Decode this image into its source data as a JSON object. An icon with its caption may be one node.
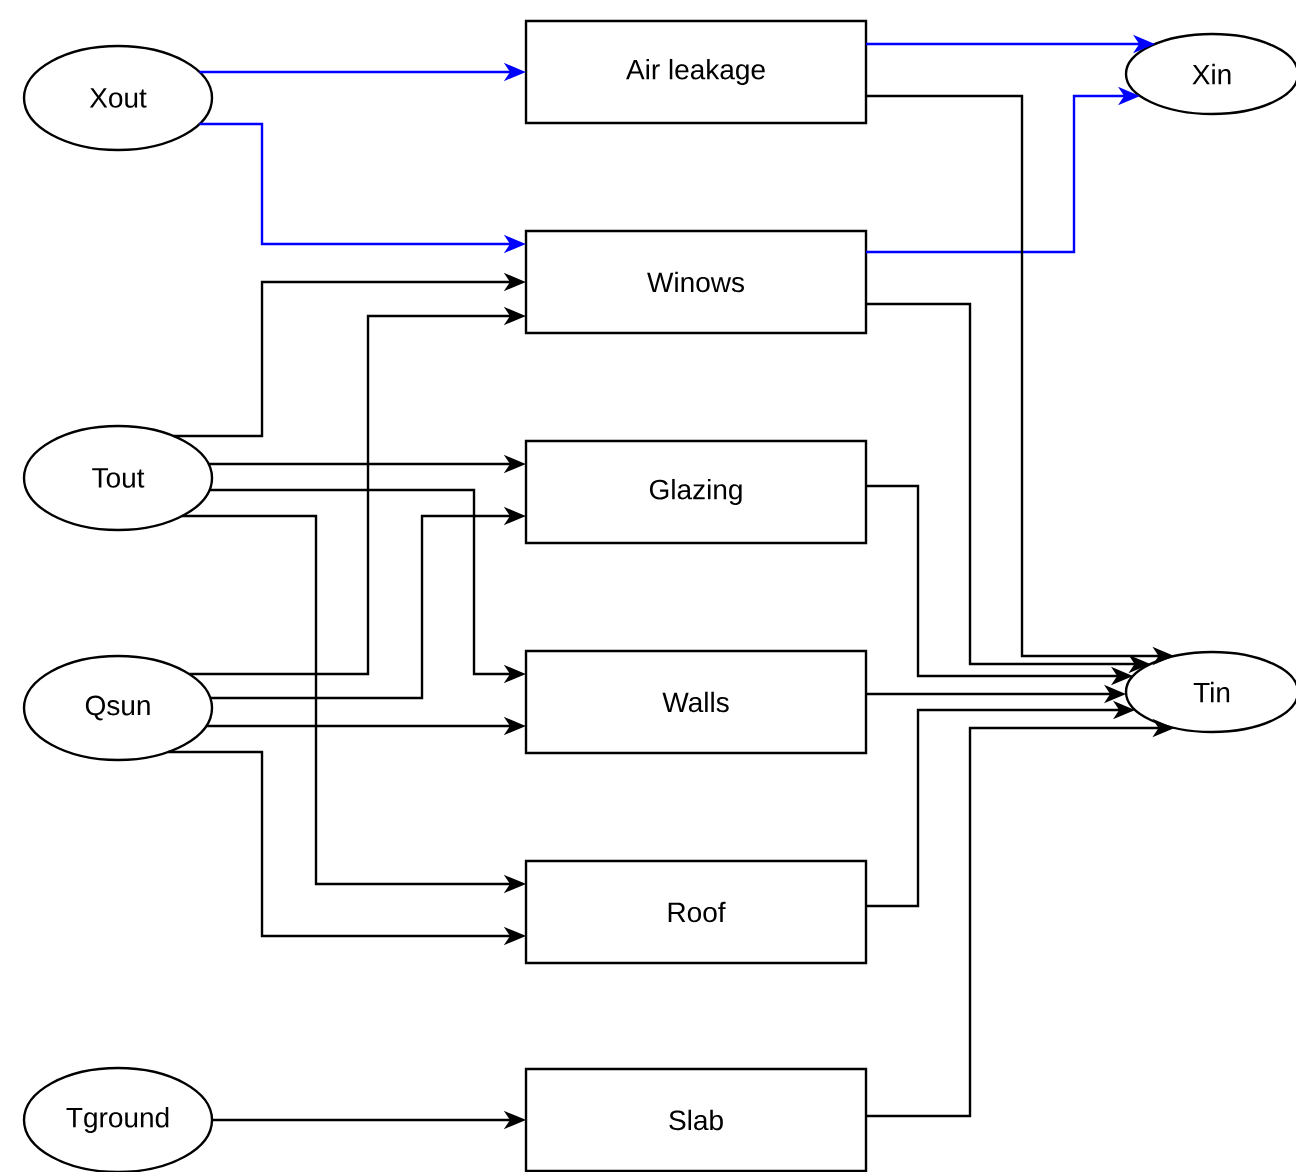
{
  "diagram": {
    "nodes": [
      {
        "text": [
          "Xout"
        ]
      },
      {
        "text": [
          "Air leakage"
        ]
      },
      {
        "text": [
          "Xin"
        ]
      },
      {
        "text": [
          "Winows"
        ]
      },
      {
        "text": [
          "Tout"
        ]
      },
      {
        "text": [
          "Glazing"
        ]
      },
      {
        "text": [
          "Qsun"
        ]
      },
      {
        "text": [
          "Walls"
        ]
      },
      {
        "text": [
          "Tin"
        ]
      },
      {
        "text": [
          "Roof"
        ]
      },
      {
        "text": [
          "Tground"
        ]
      },
      {
        "text": [
          "Slab"
        ]
      }
    ],
    "edges": [
      {
        "from": 0,
        "to": 1,
        "arrow": "to",
        "color": "#0000ff"
      },
      {
        "from": 0,
        "to": 3,
        "arrow": "to",
        "color": "#0000ff"
      },
      {
        "from": 1,
        "to": 2,
        "arrow": "to",
        "color": "#0000ff"
      },
      {
        "from": 3,
        "to": 2,
        "arrow": "to",
        "color": "#0000ff"
      },
      {
        "from": 1,
        "to": 8,
        "arrow": "to"
      },
      {
        "from": 3,
        "to": 8,
        "arrow": "to"
      },
      {
        "from": 5,
        "to": 8,
        "arrow": "to"
      },
      {
        "from": 7,
        "to": 8,
        "arrow": "to"
      },
      {
        "from": 9,
        "to": 8,
        "arrow": "to"
      },
      {
        "from": 11,
        "to": 8,
        "arrow": "to"
      },
      {
        "from": 4,
        "to": 3,
        "arrow": "to"
      },
      {
        "from": 6,
        "to": 3,
        "arrow": "to"
      },
      {
        "from": 4,
        "to": 5,
        "arrow": "to"
      },
      {
        "from": 6,
        "to": 5,
        "arrow": "to"
      },
      {
        "from": 4,
        "to": 7,
        "arrow": "to"
      },
      {
        "from": 6,
        "to": 7,
        "arrow": "to"
      },
      {
        "from": 4,
        "to": 9,
        "arrow": "to"
      },
      {
        "from": 6,
        "to": 9,
        "arrow": "to"
      },
      {
        "from": 10,
        "to": 11,
        "arrow": "to"
      }
    ]
  }
}
